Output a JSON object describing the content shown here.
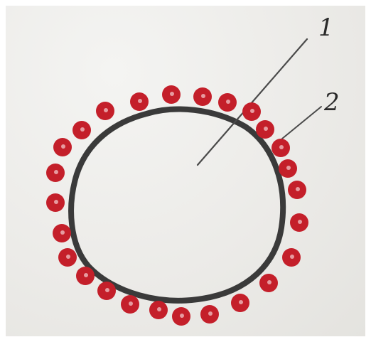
{
  "labels": {
    "label_1": "1",
    "label_2": "2"
  },
  "colors": {
    "outline": "#3a3a3a",
    "dot": "#c41f2a",
    "dot_highlight": "#f2c6c8",
    "paper": "#ecebe8",
    "leader": "#4a4a4a"
  },
  "icons": {
    "dot": "red-filled-circle"
  }
}
